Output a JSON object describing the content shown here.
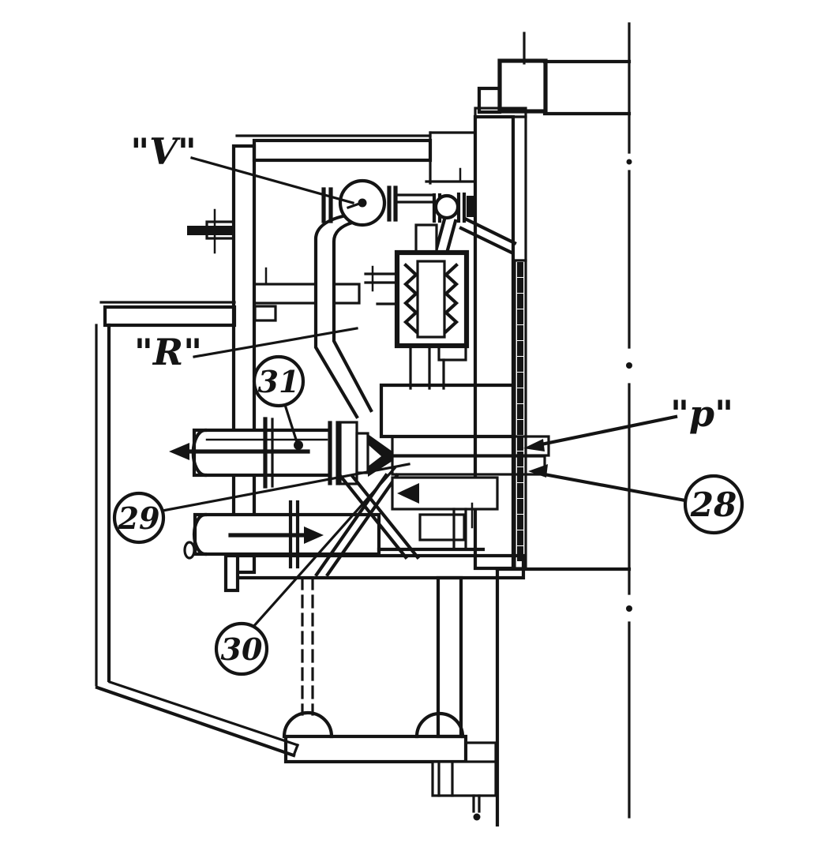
{
  "figure": {
    "paper_color": "#ffffff",
    "ink_color": "#141414",
    "port_labels": {
      "v": "\"V\"",
      "r": "\"R\"",
      "p": "\"p\""
    },
    "callouts": {
      "n31": "31",
      "n29": "29",
      "n28": "28",
      "n30": "30"
    }
  }
}
